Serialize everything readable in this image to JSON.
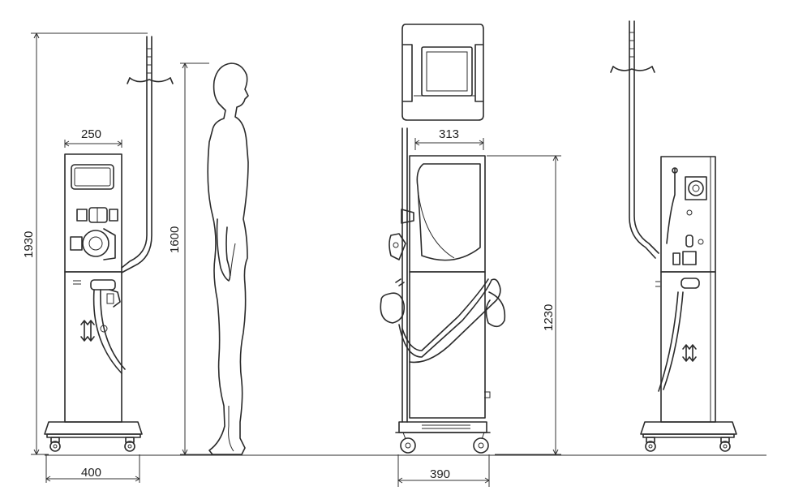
{
  "dimensions": {
    "front_width": "250",
    "base_width": "400",
    "total_height": "1930",
    "person_height": "1600",
    "side_head_width": "313",
    "side_base_width": "390",
    "side_body_height": "1230"
  },
  "colors": {
    "line": "#2b2b2b",
    "background": "#ffffff"
  },
  "icons": [
    "person-silhouette",
    "iv-pole-icon",
    "wheel-icon",
    "monitor-icon"
  ]
}
